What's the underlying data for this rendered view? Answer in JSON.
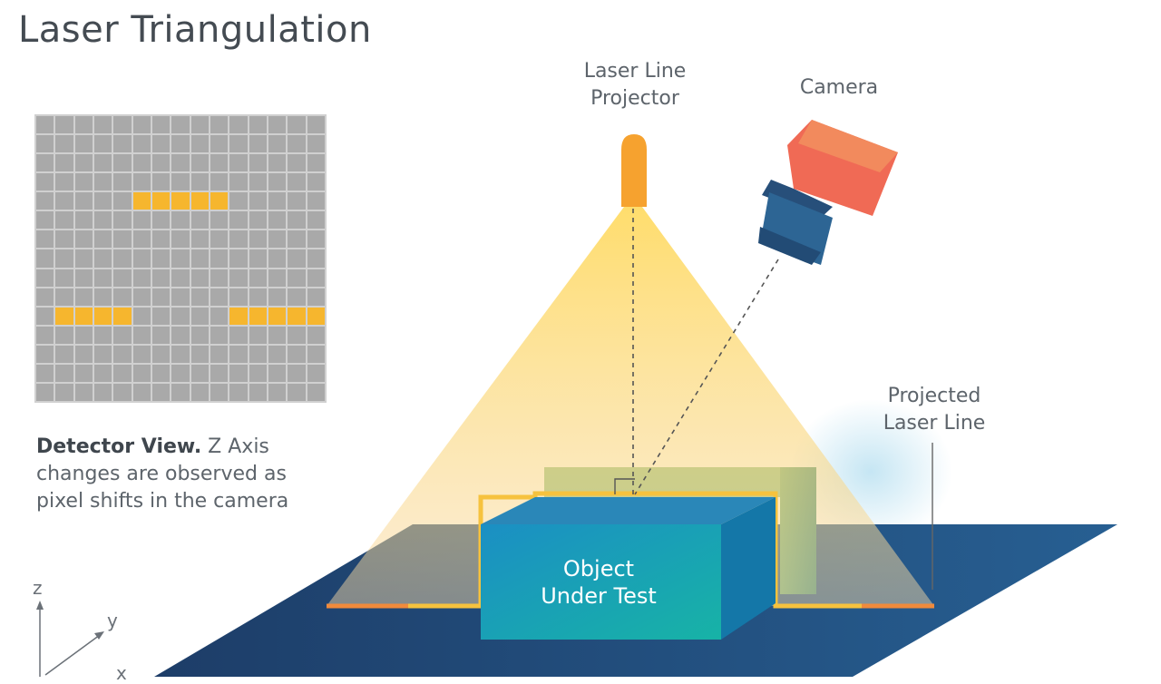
{
  "title": "Laser Triangulation",
  "labels": {
    "projector_line1": "Laser Line",
    "projector_line2": "Projector",
    "camera": "Camera",
    "projected_line1": "Projected",
    "projected_line2": "Laser Line",
    "object_line1": "Object",
    "object_line2": "Under Test"
  },
  "detector": {
    "lead": "Detector View.",
    "text": " Z Axis changes are observed as pixel shifts in the camera",
    "rows": 15,
    "cols": 15,
    "lit_cells": [
      [
        4,
        5
      ],
      [
        4,
        6
      ],
      [
        4,
        7
      ],
      [
        4,
        8
      ],
      [
        4,
        9
      ],
      [
        10,
        1
      ],
      [
        10,
        2
      ],
      [
        10,
        3
      ],
      [
        10,
        4
      ],
      [
        10,
        10
      ],
      [
        10,
        11
      ],
      [
        10,
        12
      ],
      [
        10,
        13
      ],
      [
        10,
        14
      ]
    ]
  },
  "axes": {
    "z": "z",
    "y": "y",
    "x": "x"
  },
  "colors": {
    "laser": "#f6b62e",
    "ground": "#1f4e7a",
    "object_front": "#1a9bbf",
    "object_side": "#1679a6",
    "camera_body": "#f0705a",
    "camera_lens": "#2b5f8f",
    "beam": "#ffd65a"
  }
}
